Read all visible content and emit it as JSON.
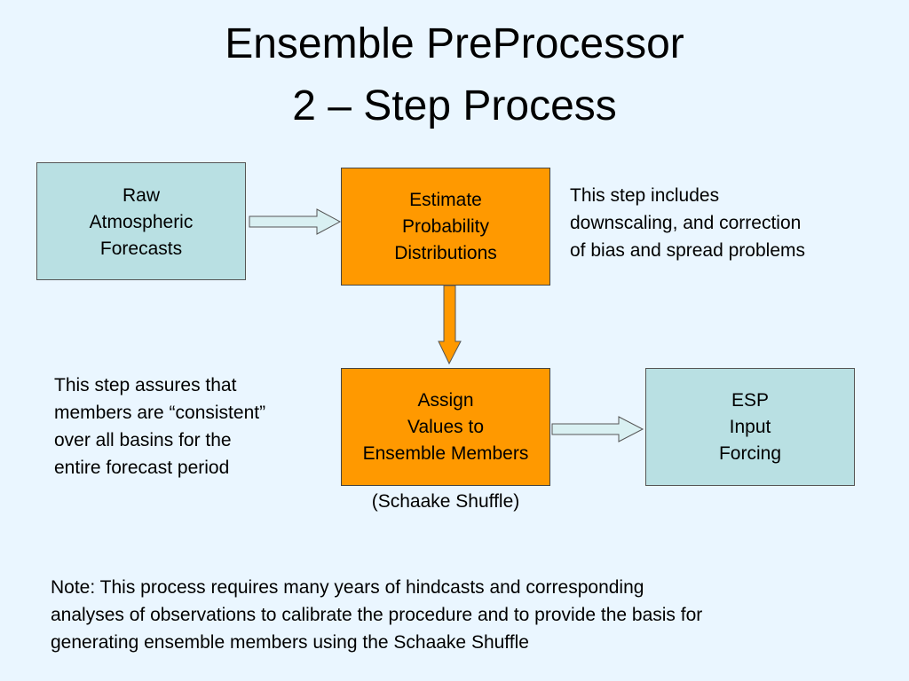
{
  "title": {
    "line1": "Ensemble PreProcessor",
    "line2": "2 – Step Process"
  },
  "boxes": {
    "raw": {
      "lines": [
        "Raw",
        "Atmospheric",
        "Forecasts"
      ]
    },
    "estimate": {
      "lines": [
        "Estimate",
        "Probability",
        "Distributions"
      ]
    },
    "assign": {
      "lines": [
        "Assign",
        "Values to",
        "Ensemble Members"
      ]
    },
    "esp": {
      "lines": [
        "ESP",
        "Input",
        "Forcing"
      ]
    }
  },
  "notes": {
    "step1": [
      "This step includes",
      "downscaling, and correction",
      "of bias and spread problems"
    ],
    "step2": [
      "This step assures that",
      "members are “consistent”",
      "over all basins for the",
      "entire forecast period"
    ],
    "schaake": "(Schaake Shuffle)",
    "bottom": [
      "Note:  This process requires many years of hindcasts and corresponding",
      "analyses of observations to calibrate the procedure and to provide the basis for",
      "generating ensemble members using the Schaake Shuffle"
    ]
  },
  "colors": {
    "background": "#EAF6FF",
    "blue_box": "#B9E0E3",
    "orange_box": "#FF9900",
    "arrow_blue": "#D9F0F2",
    "arrow_orange": "#FF9900"
  }
}
